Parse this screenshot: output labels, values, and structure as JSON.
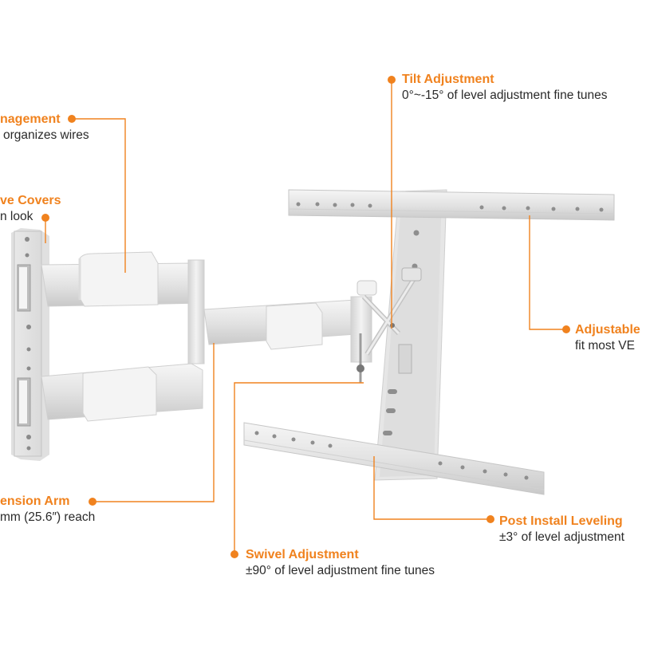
{
  "accent_color": "#f0821e",
  "callouts": {
    "tilt": {
      "title": "Tilt Adjustment",
      "desc": "0°~-15° of level adjustment fine tunes"
    },
    "cable": {
      "title": "nagement",
      "desc": "organizes wires"
    },
    "covers": {
      "title": "ve Covers",
      "desc": "n look"
    },
    "vesa": {
      "title": "Adjustable",
      "desc": "fit most VE"
    },
    "extension": {
      "title": "ension Arm",
      "desc": "mm (25.6″) reach"
    },
    "leveling": {
      "title": "Post Install Leveling",
      "desc": "±3° of level adjustment"
    },
    "swivel": {
      "title": "Swivel Adjustment",
      "desc": "±90° of level adjustment fine tunes"
    }
  }
}
